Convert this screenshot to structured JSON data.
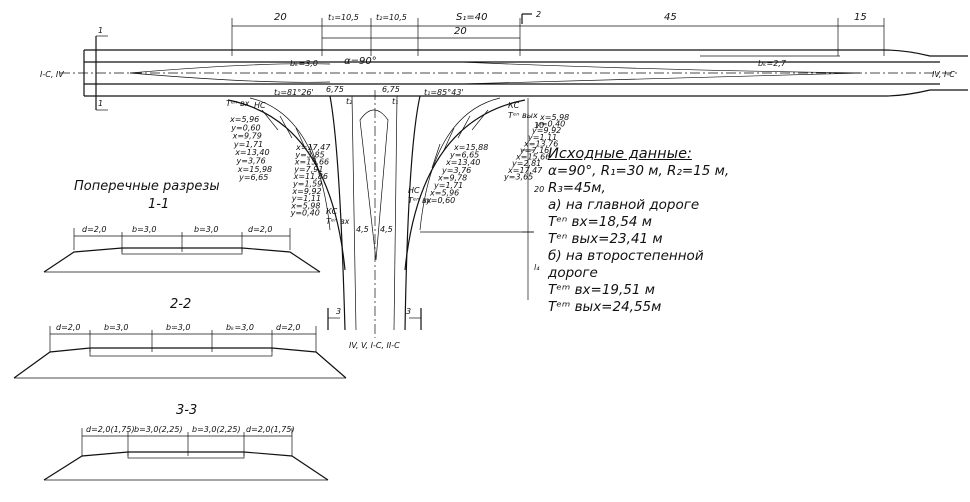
{
  "plan": {
    "top_dims": [
      "20",
      "t₁=10,5",
      "t₂=10,5",
      "S₁=40",
      "45",
      "15"
    ],
    "inner_dim": "20",
    "section_marks": [
      "1",
      "1",
      "2",
      "3",
      "3"
    ],
    "road_labels": {
      "left": "I-C, IV",
      "right": "IV, I-C",
      "bottom": "IV, V, I-C, II-C"
    },
    "angle": "α=90°",
    "bk_left": "bₖ=3,0",
    "bk_right": "bₖ=2,7",
    "widths": [
      "6,75",
      "6,75",
      "4,5",
      "4,5"
    ],
    "t_labels": [
      "t₂=81°26'",
      "t₁=85°43'",
      "t₂",
      "t₁"
    ],
    "curve_labels": [
      "Tᵉⁿ вх",
      "НС",
      "КС",
      "Tᵉⁿ вх",
      "НС",
      "Tᵉⁿ вх",
      "КС",
      "Tᵉⁿ вых"
    ],
    "side_dims": [
      "10",
      "20",
      "l₄"
    ],
    "coords_left_upper": [
      "x=5,96",
      "y=0,60",
      "x=9,79",
      "y=1,71",
      "x=13,40",
      "y=3,76",
      "x=15,98",
      "y=6,65"
    ],
    "coords_left_lower": [
      "x=17,47",
      "y=3,85",
      "x=15,66",
      "y=7,91",
      "x=11,86",
      "y=1,59",
      "x=9,92",
      "y=1,11",
      "x=5,98",
      "y=0,40"
    ],
    "coords_right_upper": [
      "x=5,98",
      "y=0,40",
      "y=9,92",
      "y=1,11",
      "x=13,76",
      "y=7,16",
      "x=15,66",
      "y=2,81",
      "x=17,47",
      "y=3,65"
    ],
    "coords_right_lower": [
      "x=15,88",
      "y=6,65",
      "x=13,40",
      "y=3,76",
      "x=9,78",
      "y=1,71",
      "x=5,96",
      "y=0,60"
    ]
  },
  "notes": {
    "title": "Исходные данные:",
    "lines": [
      "α=90°, R₁=30 м, R₂=15 м,",
      "R₃=45м,",
      "а) на главной дороге",
      "Tᵉⁿ вх=18,54 м",
      "Tᵉⁿ вых=23,41 м",
      "б) на второстепенной",
      "дороге",
      "Tᵉᵐ вх=19,51 м",
      "Tᵉᵐ вых=24,55м"
    ]
  },
  "sections": {
    "title": "Поперечные разрезы",
    "s11": {
      "name": "1-1",
      "dims": [
        "d=2,0",
        "b=3,0",
        "b=3,0",
        "d=2,0"
      ]
    },
    "s22": {
      "name": "2-2",
      "dims": [
        "d=2,0",
        "b=3,0",
        "b=3,0",
        "bₖ=3,0",
        "d=2,0"
      ]
    },
    "s33": {
      "name": "3-3",
      "dims": [
        "d=2,0(1,75)",
        "b=3,0(2,25)",
        "b=3,0(2,25)",
        "d=2,0(1,75)"
      ]
    }
  }
}
